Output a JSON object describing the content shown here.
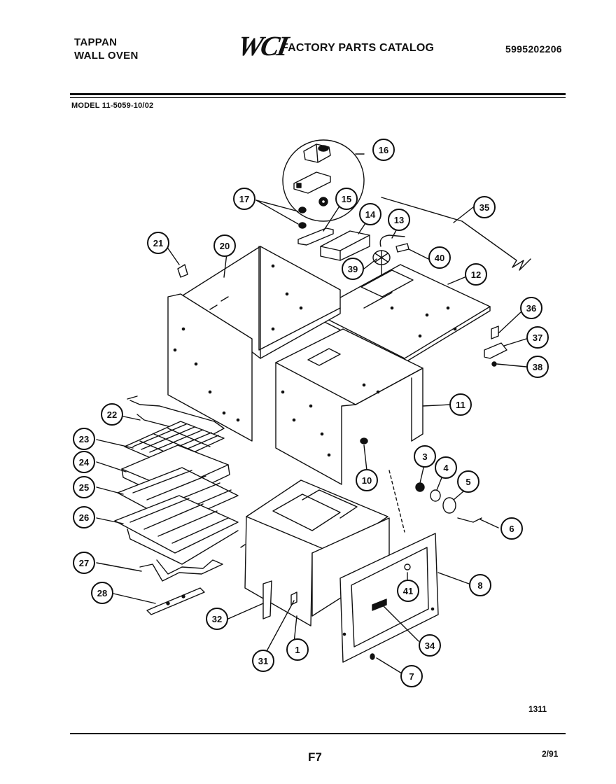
{
  "header": {
    "brand": "TAPPAN",
    "product": "WALL OVEN",
    "logo_text": "WCI",
    "catalog_title": "FACTORY PARTS CATALOG",
    "document_number": "5995202206",
    "model": "MODEL 11-5059-10/02"
  },
  "callouts": [
    {
      "id": "c1",
      "label": "1"
    },
    {
      "id": "c3",
      "label": "3"
    },
    {
      "id": "c4",
      "label": "4"
    },
    {
      "id": "c5",
      "label": "5"
    },
    {
      "id": "c6",
      "label": "6"
    },
    {
      "id": "c7",
      "label": "7"
    },
    {
      "id": "c8",
      "label": "8"
    },
    {
      "id": "c10",
      "label": "10"
    },
    {
      "id": "c11",
      "label": "11"
    },
    {
      "id": "c12",
      "label": "12"
    },
    {
      "id": "c13",
      "label": "13"
    },
    {
      "id": "c14",
      "label": "14"
    },
    {
      "id": "c15",
      "label": "15"
    },
    {
      "id": "c16",
      "label": "16"
    },
    {
      "id": "c17",
      "label": "17"
    },
    {
      "id": "c20",
      "label": "20"
    },
    {
      "id": "c21",
      "label": "21"
    },
    {
      "id": "c22",
      "label": "22"
    },
    {
      "id": "c23",
      "label": "23"
    },
    {
      "id": "c24",
      "label": "24"
    },
    {
      "id": "c25",
      "label": "25"
    },
    {
      "id": "c26",
      "label": "26"
    },
    {
      "id": "c27",
      "label": "27"
    },
    {
      "id": "c28",
      "label": "28"
    },
    {
      "id": "c31",
      "label": "31"
    },
    {
      "id": "c32",
      "label": "32"
    },
    {
      "id": "c34",
      "label": "34"
    },
    {
      "id": "c35",
      "label": "35"
    },
    {
      "id": "c36",
      "label": "36"
    },
    {
      "id": "c37",
      "label": "37"
    },
    {
      "id": "c38",
      "label": "38"
    },
    {
      "id": "c39",
      "label": "39"
    },
    {
      "id": "c40",
      "label": "40"
    },
    {
      "id": "c41",
      "label": "41"
    }
  ],
  "footer": {
    "code": "1311",
    "page": "F7",
    "date": "2/91"
  },
  "colors": {
    "ink": "#111111",
    "paper": "#ffffff"
  }
}
